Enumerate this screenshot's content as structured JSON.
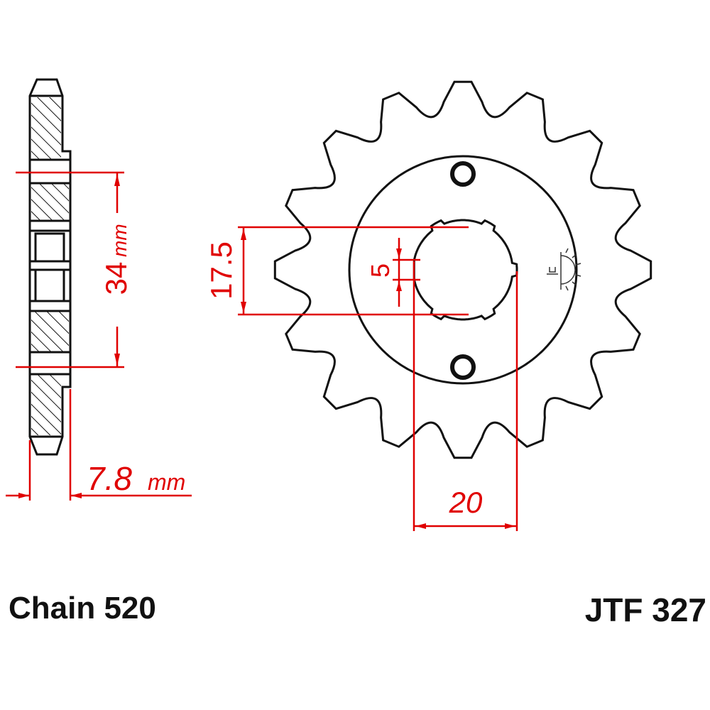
{
  "colors": {
    "outline": "#111111",
    "dimension": "#e00000",
    "background": "#ffffff"
  },
  "sprocket": {
    "teeth": 16,
    "mounting_holes": 2
  },
  "side_view": {
    "width_label": "34",
    "width_unit": "mm",
    "thickness_label": "7.8",
    "thickness_unit": "mm"
  },
  "front_view": {
    "spline_height_label": "17.5",
    "spline_notch_label": "5",
    "spline_width_label": "20",
    "logo_icon": "sun-logo-icon"
  },
  "captions": {
    "chain": "Chain 520",
    "part_number": "JTF 327"
  }
}
